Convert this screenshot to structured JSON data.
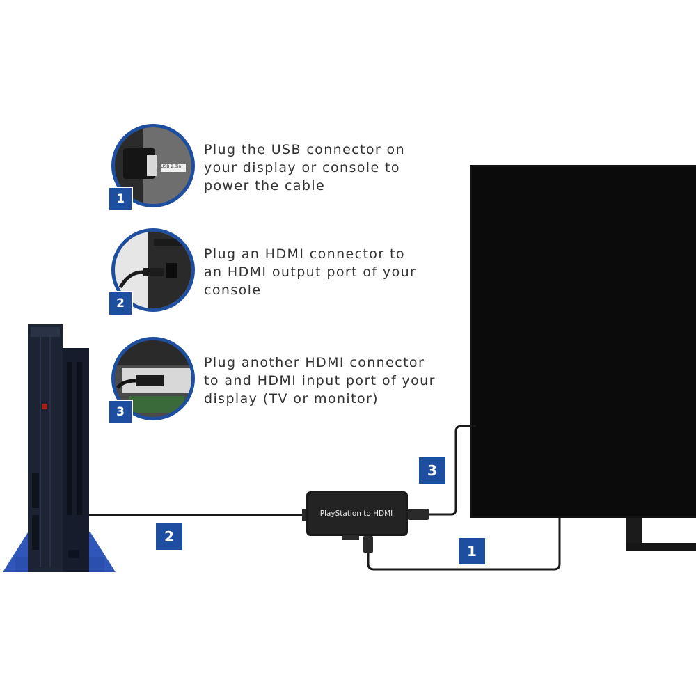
{
  "steps": [
    {
      "number": "1",
      "icon": "usb-port-photo-icon",
      "lines": [
        "Plug the USB connector on",
        "your display or console to",
        "power the cable"
      ]
    },
    {
      "number": "2",
      "icon": "hdmi-output-photo-icon",
      "lines": [
        "Plug an HDMI connector to",
        "an HDMI output port of your",
        "console"
      ]
    },
    {
      "number": "3",
      "icon": "hdmi-input-photo-icon",
      "lines": [
        "Plug another HDMI connector",
        "to and HDMI input port of your",
        "display (TV or monitor)"
      ]
    }
  ],
  "thumb_tags": {
    "usb": "USB 2.0in"
  },
  "adapter": {
    "label": "PlayStation to HDMI"
  },
  "cable_labels": {
    "hdmi_console": "2",
    "usb_power": "1",
    "hdmi_display": "3"
  },
  "colors": {
    "accent": "#1e4ea0",
    "console": "#1c2333",
    "console_stand": "#2f56b8",
    "tv": "#111111",
    "text": "#333333"
  }
}
